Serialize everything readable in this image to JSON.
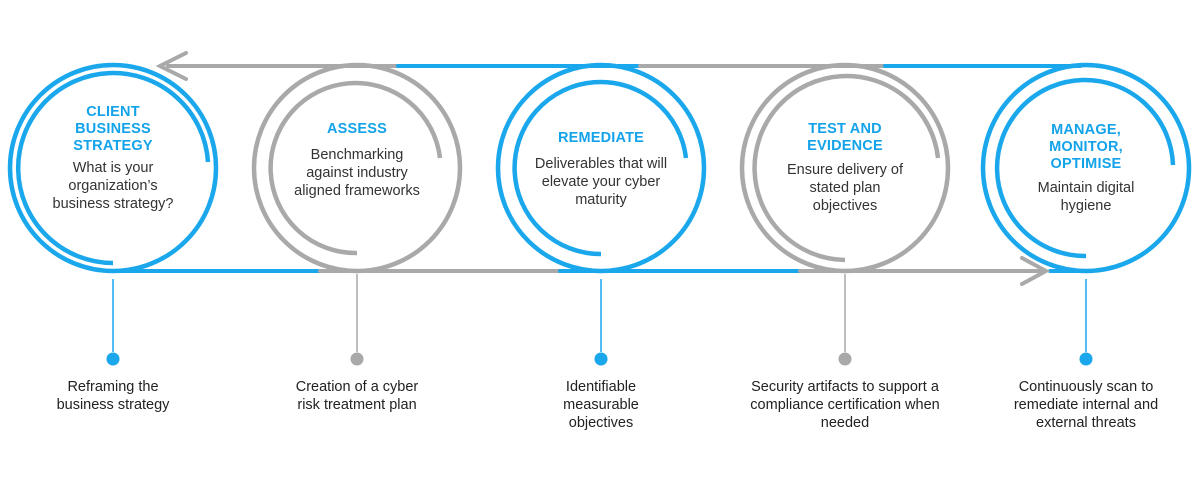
{
  "colors": {
    "blue": "#1aa7ec",
    "gray": "#a9a9a9",
    "title_blue": "#13a3ea",
    "text": "#333333"
  },
  "stages": [
    {
      "title": "CLIENT BUSINESS STRATEGY",
      "description": "What is your organization’s business strategy?",
      "outcome": "Reframing the business strategy",
      "color": "blue"
    },
    {
      "title": "ASSESS",
      "description": "Benchmarking against industry aligned frameworks",
      "outcome": "Creation of a cyber risk treatment plan",
      "color": "gray"
    },
    {
      "title": "REMEDIATE",
      "description": "Deliverables that will elevate your cyber maturity",
      "outcome": "Identifiable measurable objectives",
      "color": "blue"
    },
    {
      "title": "TEST AND EVIDENCE",
      "description": "Ensure delivery of stated plan objectives",
      "outcome": "Security artifacts to support a compliance certification when needed",
      "color": "gray"
    },
    {
      "title": "MANAGE, MONITOR, OPTIMISE",
      "description": "Maintain digital hygiene",
      "outcome": "Continuously scan to remediate internal and external threats",
      "color": "blue"
    }
  ]
}
